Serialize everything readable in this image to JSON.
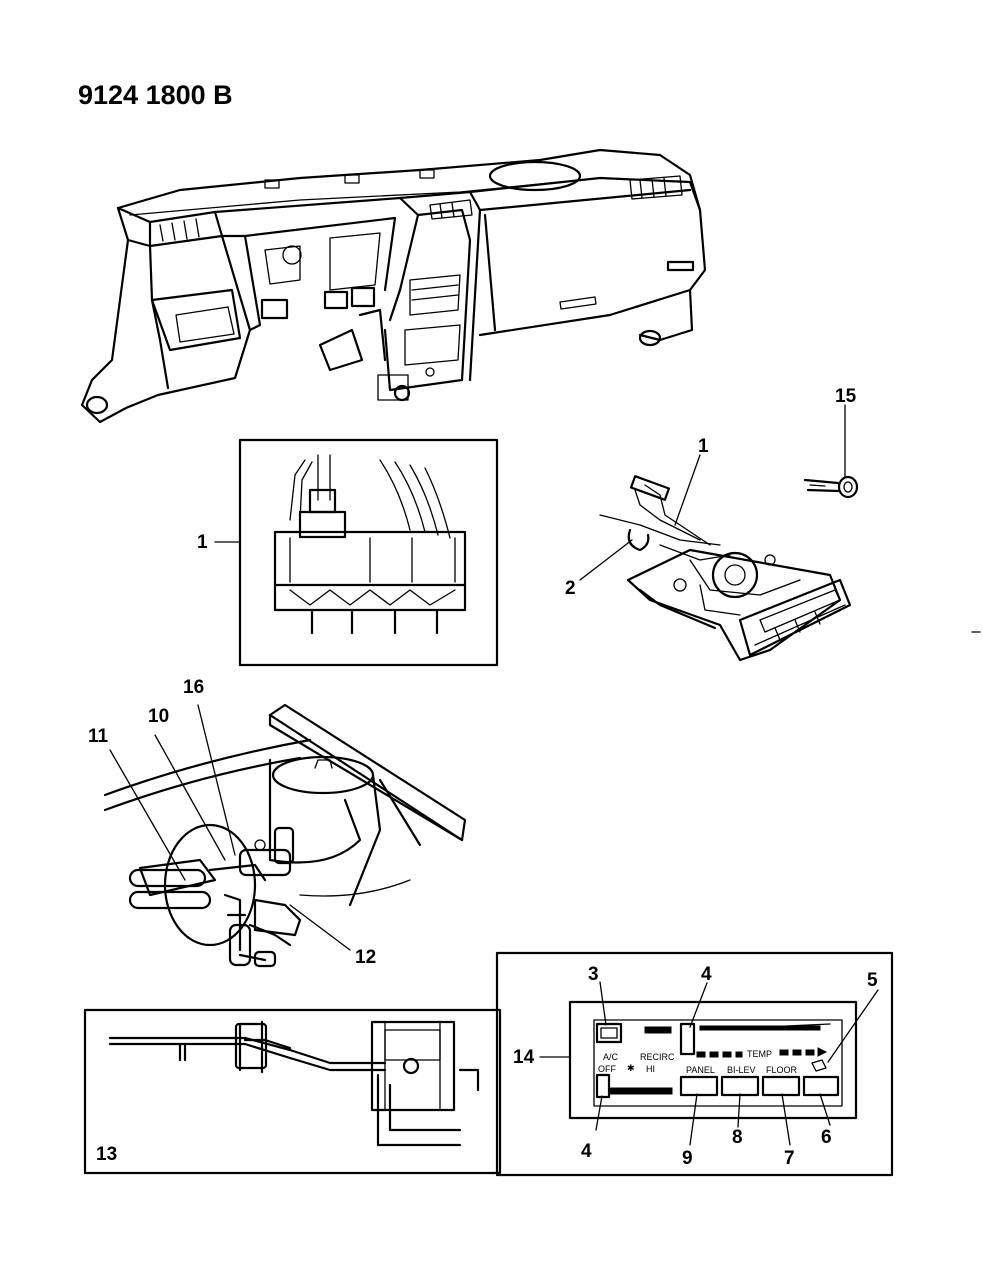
{
  "header": {
    "code": "9124 1800 B"
  },
  "callouts": {
    "c1": "1",
    "c1b": "1",
    "c2": "2",
    "c3": "3",
    "c4a": "4",
    "c4b": "4",
    "c5": "5",
    "c6": "6",
    "c7": "7",
    "c8": "8",
    "c9": "9",
    "c10": "10",
    "c11": "11",
    "c12": "12",
    "c13": "13",
    "c14": "14",
    "c15": "15",
    "c16": "16"
  },
  "control_panel": {
    "ac": "A/C",
    "recirc": "RECIRC",
    "temp": "TEMP",
    "off": "OFF",
    "hi": "HI",
    "panel": "PANEL",
    "bilev": "BI-LEV",
    "floor": "FLOOR"
  }
}
